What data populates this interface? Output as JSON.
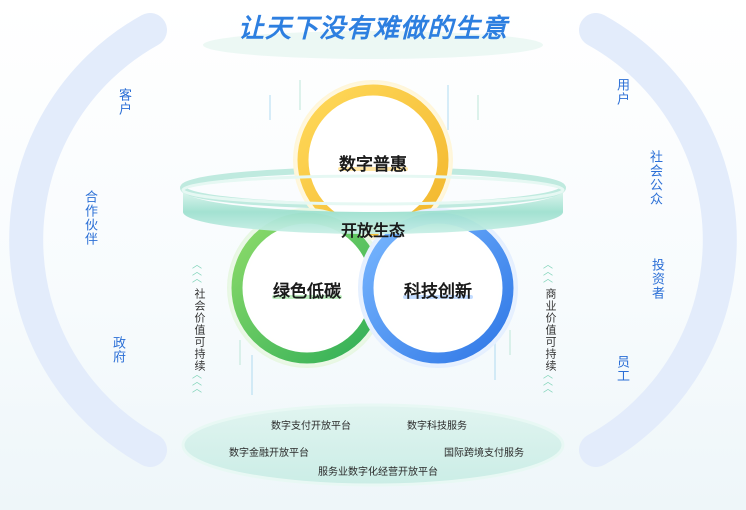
{
  "slogan": "让天下没有难做的生意",
  "left_arc": [
    "客户",
    "合作伙伴",
    "政府"
  ],
  "right_arc": [
    "用户",
    "社会公众",
    "投资者",
    "员工"
  ],
  "circles": {
    "top": "数字普惠",
    "left": "绿色低碳",
    "right": "科技创新"
  },
  "center_ring": "开放生态",
  "side_labels": {
    "left": "社会价值可持续",
    "right": "商业价值可持续"
  },
  "platforms": [
    "数字支付开放平台",
    "数字科技服务",
    "数字金融开放平台",
    "国际跨境支付服务",
    "服务业数字化经营开放平台"
  ],
  "colors": {
    "accent_blue": "#2d7fe0",
    "yellow": "#f5c542",
    "green": "#4cbf5a",
    "blue_ring": "#3f8cf0",
    "teal": "#7fd6c7"
  }
}
